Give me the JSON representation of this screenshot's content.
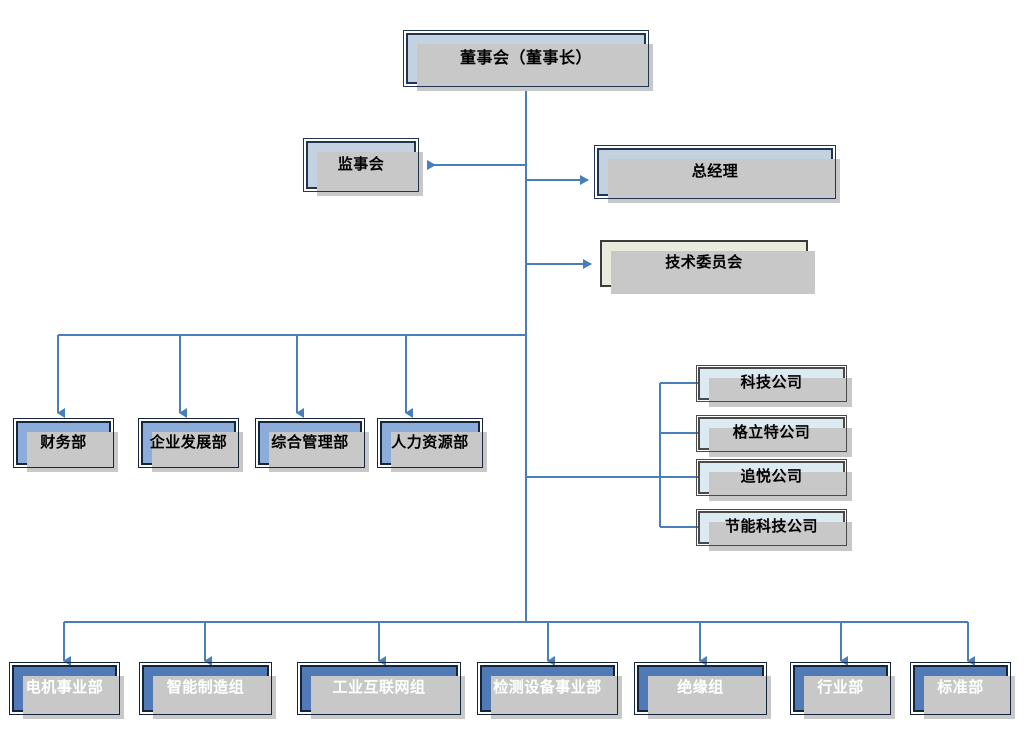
{
  "chart": {
    "type": "org-chart",
    "title": "",
    "connector_color": "#4a7ebb",
    "styles": {
      "exec_fill": "#c3d1e0",
      "exec_border": "#1f3550",
      "committee_fill": "#e9ecdc",
      "committee_border": "#3b3b3b",
      "dept_fill": "#8cadd9",
      "dept_border": "#16273d",
      "company_fill": "#dceaf2",
      "company_border": "#4a4a4a",
      "unit_fill": "#4f7ab5",
      "unit_border": "#14243a",
      "unit_text": "#ffffff",
      "shadow": "#c8c8c8"
    }
  },
  "root": {
    "label": "董事会（董事长）"
  },
  "tier2": {
    "supervisory": {
      "label": "监事会"
    },
    "general_manager": {
      "label": "总经理"
    },
    "technical_committee": {
      "label": "技术委员会"
    }
  },
  "departments": {
    "items": [
      {
        "label": "财务部"
      },
      {
        "label": "企业发展部"
      },
      {
        "label": "综合管理部"
      },
      {
        "label": "人力资源部"
      }
    ]
  },
  "subsidiaries": {
    "items": [
      {
        "label": "科技公司"
      },
      {
        "label": "格立特公司"
      },
      {
        "label": "追悦公司"
      },
      {
        "label": "节能科技公司"
      }
    ]
  },
  "business_units": {
    "items": [
      {
        "label": "电机事业部"
      },
      {
        "label": "智能制造组"
      },
      {
        "label": "工业互联网组"
      },
      {
        "label": "检测设备事业部"
      },
      {
        "label": "绝缘组"
      },
      {
        "label": "行业部"
      },
      {
        "label": "标准部"
      }
    ]
  }
}
